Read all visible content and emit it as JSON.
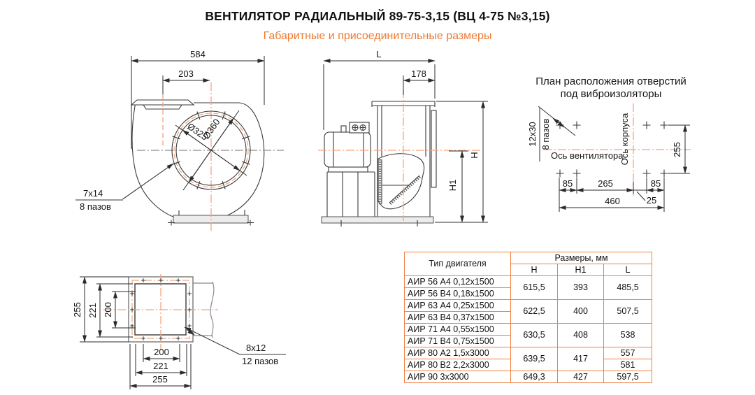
{
  "header": {
    "title": "ВЕНТИЛЯТОР РАДИАЛЬНЫЙ 89-75-3,15 (ВЦ 4-75 №3,15)",
    "subtitle": "Габаритные и присоединительные размеры"
  },
  "front_view": {
    "dim_width": "584",
    "dim_inlet_offset": "203",
    "dim_inner_diameter": "Ø325",
    "dim_outer_diameter": "Ø360",
    "slot_size": "7x14",
    "slot_count": "8 пазов"
  },
  "side_view": {
    "dim_length": "L",
    "dim_outlet": "178",
    "dim_height": "Н",
    "dim_axis_height": "Н1"
  },
  "plan_view": {
    "title_line1": "План расположения отверстий",
    "title_line2": "под виброизоляторы",
    "slot_size": "12x30",
    "slot_count": "8 пазов",
    "fan_axis_label": "Ось вентилятора",
    "body_axis_label": "Ось корпуса",
    "dim_row_spacing": "255",
    "dim_left": "85",
    "dim_center": "265",
    "dim_right": "85",
    "dim_gap": "25",
    "dim_total": "460"
  },
  "flange_view": {
    "dim_v_outer": "255",
    "dim_v_bolt": "221",
    "dim_v_inner": "200",
    "dim_h_inner": "200",
    "dim_h_bolt": "221",
    "dim_h_outer": "255",
    "slot_size": "8x12",
    "slot_count": "12 пазов"
  },
  "table": {
    "header_type": "Тип двигателя",
    "header_sizes": "Размеры, мм",
    "header_h": "H",
    "header_h1": "H1",
    "header_l": "L",
    "rows": [
      "АИР 56 А4 0,12x1500",
      "АИР 56 В4 0,18x1500",
      "АИР 63 А4 0,25x1500",
      "АИР 63 В4 0,37x1500",
      "АИР 71 А4 0,55x1500",
      "АИР 71 В4 0,75x1500",
      "АИР 80 А2 1,5x3000",
      "АИР 80 В2 2,2x3000",
      "АИР 90 3x3000"
    ],
    "groups": [
      {
        "h": "615,5",
        "h1": "393",
        "l": "485,5"
      },
      {
        "h": "622,5",
        "h1": "400",
        "l": "507,5"
      },
      {
        "h": "630,5",
        "h1": "408",
        "l": "538"
      },
      {
        "h": "639,5",
        "h1": "417",
        "l_top": "557",
        "l_bottom": "581"
      },
      {
        "h": "649,3",
        "h1": "427",
        "l": "597,5"
      }
    ]
  },
  "colors": {
    "accent_orange": "#f0823f",
    "centerline_orange": "#f3a57c",
    "line_dark": "#3a3a3a",
    "line_gray": "#8a8a8a"
  }
}
